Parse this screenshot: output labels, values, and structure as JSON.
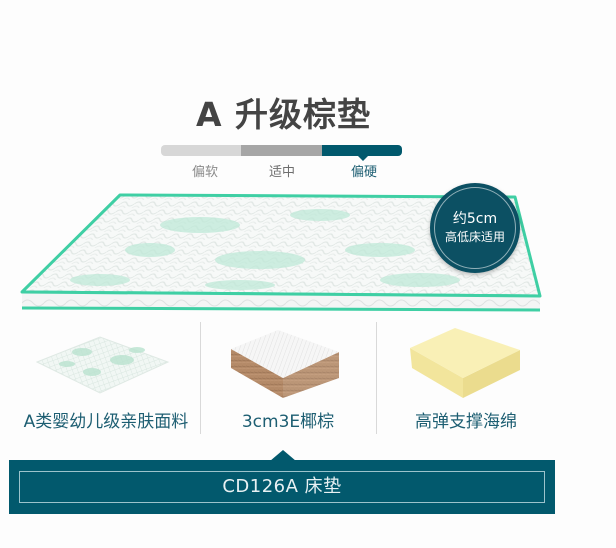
{
  "header": {
    "title": "A 升级棕垫"
  },
  "firmness": {
    "segments": [
      {
        "label": "偏软",
        "color": "#d7d7d7",
        "label_color": "#8a8a8a"
      },
      {
        "label": "适中",
        "color": "#a6a6a6",
        "label_color": "#6e6e6e"
      },
      {
        "label": "偏硬",
        "color": "#01596d",
        "label_color": "#1d5e72"
      }
    ],
    "selected": "偏硬"
  },
  "badge": {
    "line1": "约5cm",
    "line2": "高低床适用",
    "color": "#0c5063"
  },
  "features": [
    {
      "label": "A类婴幼儿级亲肤面料",
      "icon": "fabric-swatch-icon"
    },
    {
      "label": "3cm3E椰棕",
      "icon": "coir-block-icon"
    },
    {
      "label": "高弹支撑海绵",
      "icon": "foam-block-icon"
    }
  ],
  "product_banner": {
    "label": "CD126A 床垫",
    "color": "#02596d"
  },
  "colors": {
    "accent_teal": "#01596d",
    "piping_green": "#3fcfa4",
    "title_gray": "#444444"
  }
}
